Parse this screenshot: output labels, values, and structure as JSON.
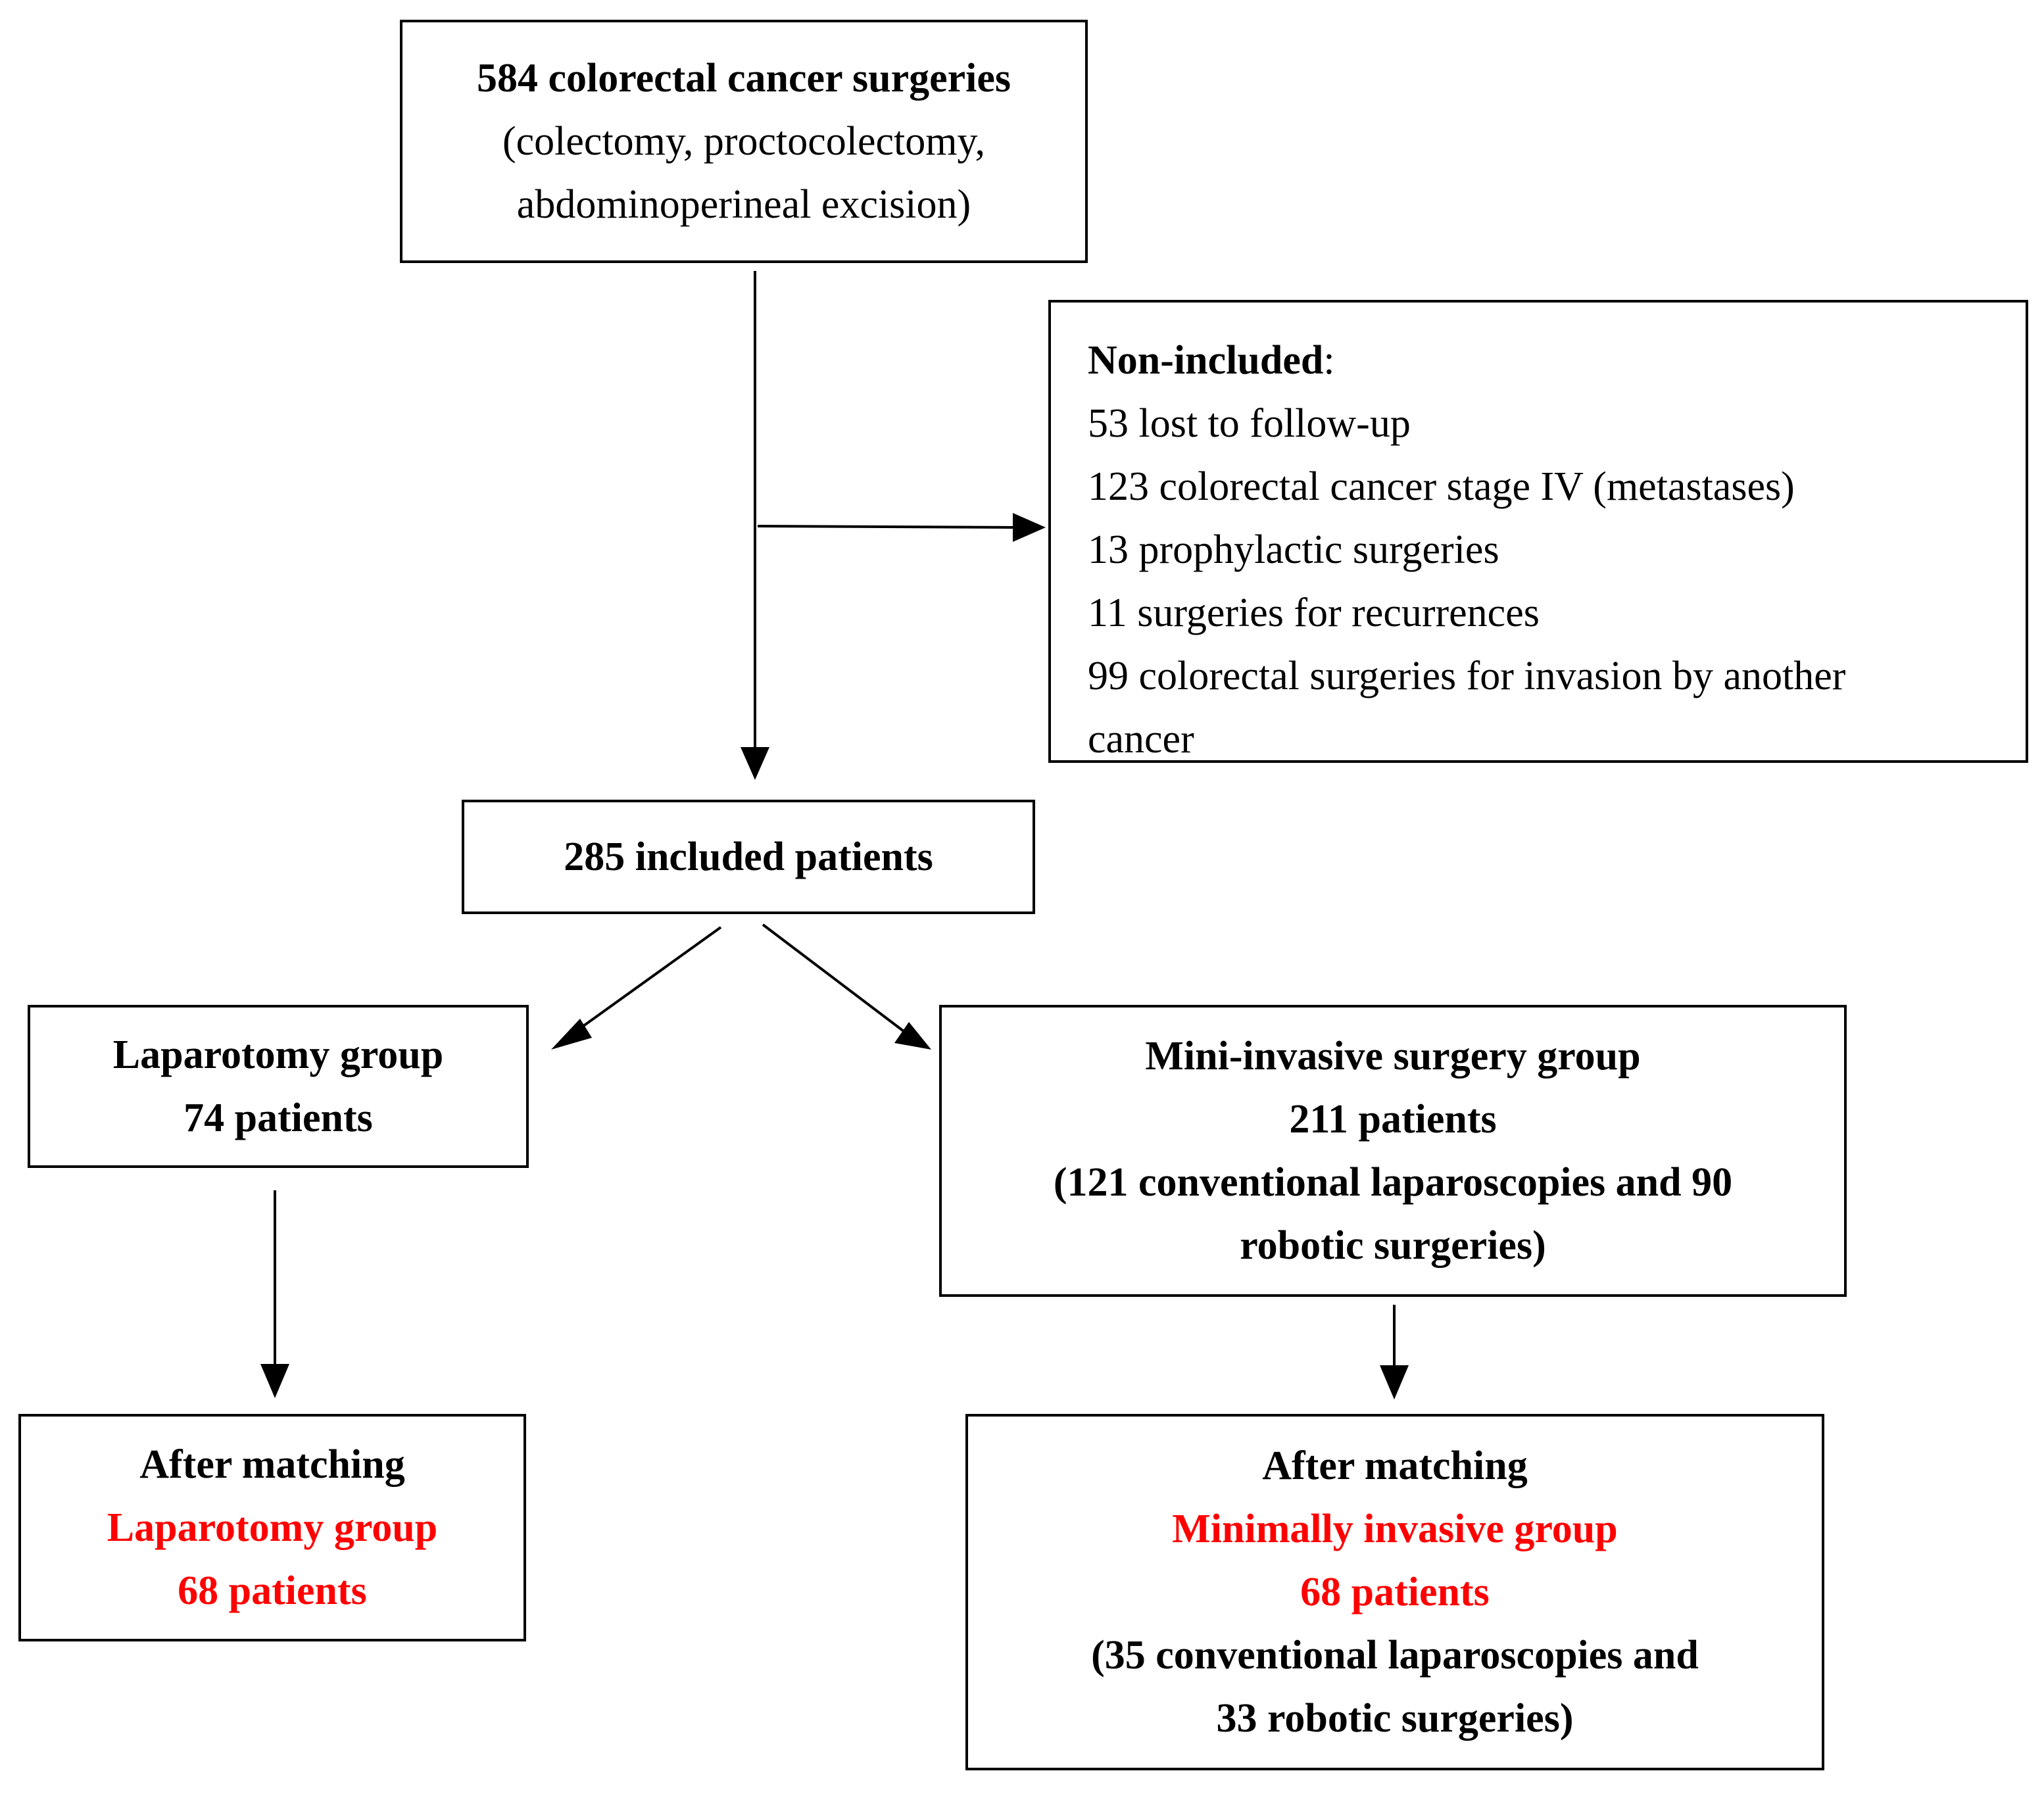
{
  "colors": {
    "text": "#000000",
    "highlight": "#ff0000",
    "border": "#000000",
    "background": "#ffffff"
  },
  "top_box": {
    "title": "584 colorectal cancer surgeries",
    "line2": "(colectomy, proctocolectomy,",
    "line3": "abdominoperineal excision)"
  },
  "exclusion_box": {
    "heading": "Non-included",
    "heading_suffix": ":",
    "items": [
      "53 lost to follow-up",
      "123 colorectal cancer stage IV (metastases)",
      "13 prophylactic surgeries",
      "11 surgeries for recurrences",
      "99 colorectal surgeries for invasion by another cancer"
    ]
  },
  "included_box": {
    "label": "285 included patients"
  },
  "laparotomy_box": {
    "line1": "Laparotomy group",
    "line2": "74 patients"
  },
  "mini_invasive_box": {
    "line1": "Mini-invasive surgery group",
    "line2": "211 patients",
    "line3": "(121 conventional laparoscopies and 90",
    "line4": "robotic surgeries)"
  },
  "laparotomy_matched_box": {
    "line1": "After matching",
    "line2": "Laparotomy group",
    "line3": "68 patients"
  },
  "mini_invasive_matched_box": {
    "line1": "After matching",
    "line2": "Minimally invasive group",
    "line3": "68 patients",
    "line4": "(35 conventional laparoscopies and",
    "line5": "33 robotic surgeries)"
  }
}
